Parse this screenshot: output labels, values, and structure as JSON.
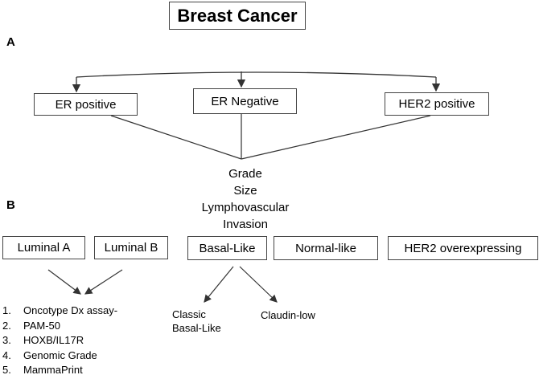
{
  "title": "Breast Cancer",
  "section_a_label": "A",
  "section_b_label": "B",
  "top_categories": [
    "ER positive",
    "ER Negative",
    "HER2 positive"
  ],
  "criteria": [
    "Grade",
    "Size",
    "Lymphovascular",
    "Invasion"
  ],
  "subtypes": [
    "Luminal A",
    "Luminal B",
    "Basal-Like",
    "Normal-like",
    "HER2 overexpressing"
  ],
  "assays": [
    {
      "num": "1.",
      "label": "Oncotype Dx assay-"
    },
    {
      "num": "2.",
      "label": "PAM-50"
    },
    {
      "num": "3.",
      "label": "HOXB/IL17R"
    },
    {
      "num": "4.",
      "label": "Genomic Grade"
    },
    {
      "num": "5.",
      "label": "MammaPrint"
    }
  ],
  "basal_subtypes": {
    "classic_line1": "Classic",
    "classic_line2": "Basal-Like",
    "claudin_low": "Claudin-low"
  }
}
